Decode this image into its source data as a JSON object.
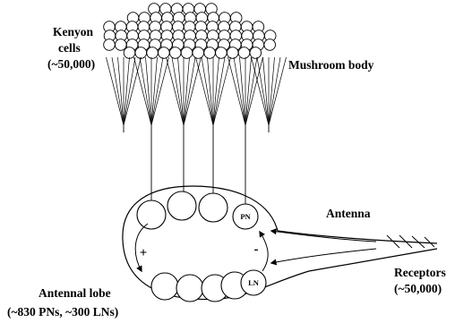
{
  "labels": {
    "kenyon_line1": "Kenyon",
    "kenyon_line2": "cells",
    "kenyon_line3": "(~50,000)",
    "mushroom_body": "Mushroom body",
    "antenna": "Antenna",
    "receptors_line1": "Receptors",
    "receptors_line2": "(~50,000)",
    "antennal_lobe_line1": "Antennal lobe",
    "antennal_lobe_line2": "(~830 PNs, ~300 LNs)",
    "pn_node": "PN",
    "ln_node": "LN",
    "plus_sign": "+",
    "minus_sign": "-"
  },
  "colors": {
    "stroke": "#000000",
    "background": "#ffffff"
  }
}
